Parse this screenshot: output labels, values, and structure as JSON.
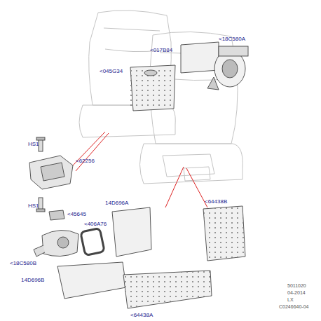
{
  "diagram": {
    "labels": [
      "<017B84",
      "<045G34",
      "<18C580A",
      "HS1",
      "<62256",
      "HS1",
      "<45645",
      "14D696A",
      "<406A76",
      "<64438B",
      "<18C580B",
      "14D696B",
      "<64438A",
      "5011020",
      "04-2014",
      "LX",
      "C0246640-04"
    ]
  }
}
